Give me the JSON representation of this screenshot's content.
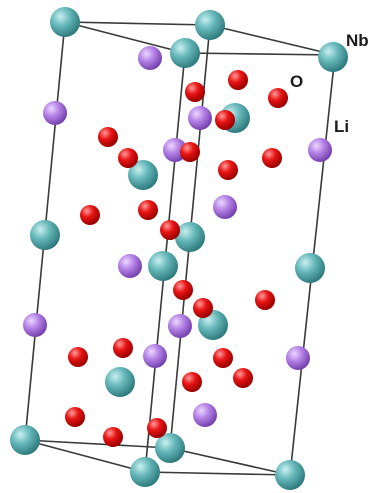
{
  "labels": {
    "nb": "Nb",
    "o": "O",
    "li": "Li"
  },
  "colors": {
    "nb": "#5fb3b5",
    "li": "#b27fe0",
    "o": "#e01010",
    "bond": "#3a3a3a",
    "label": "#1a1a1a"
  }
}
